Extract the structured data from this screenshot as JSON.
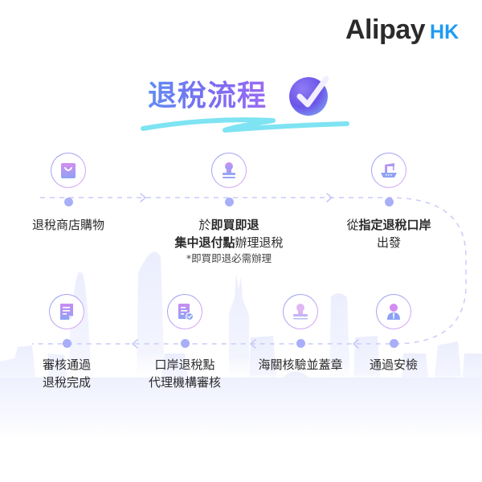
{
  "logo": {
    "brand": "Alipay",
    "region": "HK"
  },
  "title": {
    "text": "退稅流程"
  },
  "colors": {
    "brand_text": "#2b2b2b",
    "region_blue": "#1e9bf0",
    "title_gradient_start": "#5f8cf3",
    "title_gradient_end": "#9a6cf2",
    "swoosh": "#7ee3f2",
    "dot": "#a8aef7",
    "dash": "#c9ccf8",
    "skyline": "#eceefd"
  },
  "steps": [
    {
      "icon": "shopping-bag-icon",
      "label_line1": "退稅商店購物"
    },
    {
      "icon": "stamp-icon",
      "label_pre": "於",
      "label_bold1": "即買即退",
      "label_bold2": "集中退付點",
      "label_post": "辦理退稅",
      "note": "*即買即退必需辦理"
    },
    {
      "icon": "ship-icon",
      "label_pre": "從",
      "label_bold": "指定退稅口岸",
      "label_line2": "出發"
    },
    {
      "icon": "security-officer-icon",
      "label_line1": "通過安檢"
    },
    {
      "icon": "customs-stamp-icon",
      "label_line1": "海關核驗並蓋章"
    },
    {
      "icon": "document-check-icon",
      "label_line1": "口岸退稅點",
      "label_line2": "代理機構審核"
    },
    {
      "icon": "document-icon",
      "label_line1": "審核通過",
      "label_line2": "退稅完成"
    }
  ]
}
